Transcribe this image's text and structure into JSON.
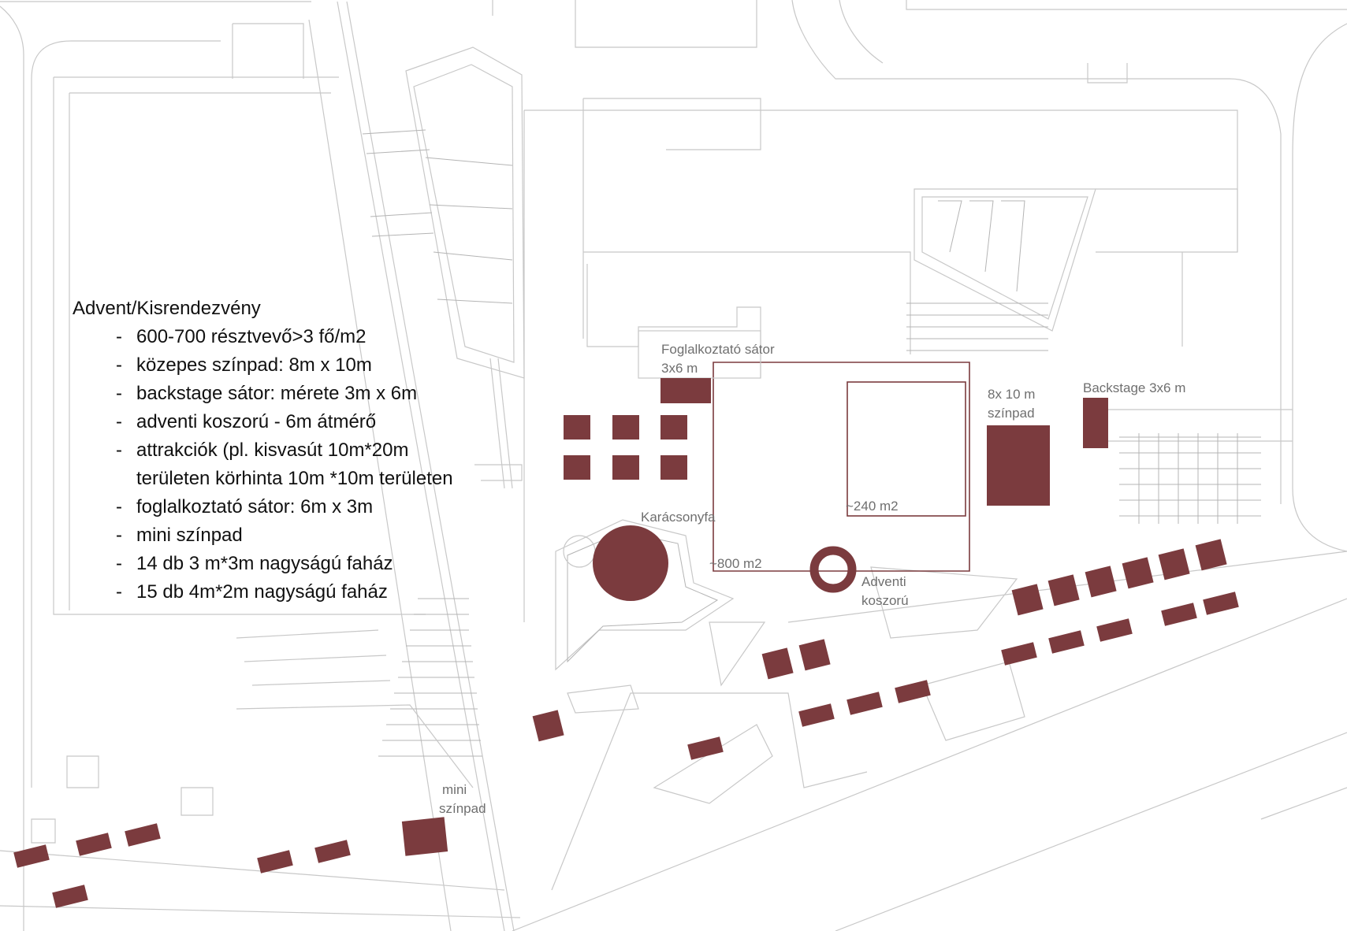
{
  "brief": {
    "title": "Advent/Kisrendezvény",
    "items": [
      "600-700 résztvevő>3 fő/m2",
      "közepes színpad: 8m x 10m",
      "backstage sátor: mérete 3m x 6m",
      "adventi koszorú - 6m átmérő",
      "attrakciók (pl. kisvasút 10m*20m",
      "területen körhinta 10m *10m területen",
      "foglalkoztató sátor: 6m x 3m",
      "mini színpad",
      "14 db 3 m*3m nagyságú faház",
      "15 db 4m*2m nagyságú faház"
    ]
  },
  "labels": {
    "foglalkoztato_1": "Foglalkoztató sátor",
    "foglalkoztato_2": "3x6 m",
    "stage_1": "8x 10 m",
    "stage_2": "színpad",
    "backstage": "Backstage 3x6 m",
    "area_240": "~240 m2",
    "area_800": "~800 m2",
    "karacsonyfa": "Karácsonyfa",
    "adventi_1": "Adventi",
    "adventi_2": "koszorú",
    "mini_1": "mini",
    "mini_2": "színpad"
  },
  "colors": {
    "element_fill": "#7b3b3e",
    "base_lines": "#c8c8c8",
    "label_text": "#6f6f6f",
    "brief_text": "#111111"
  }
}
